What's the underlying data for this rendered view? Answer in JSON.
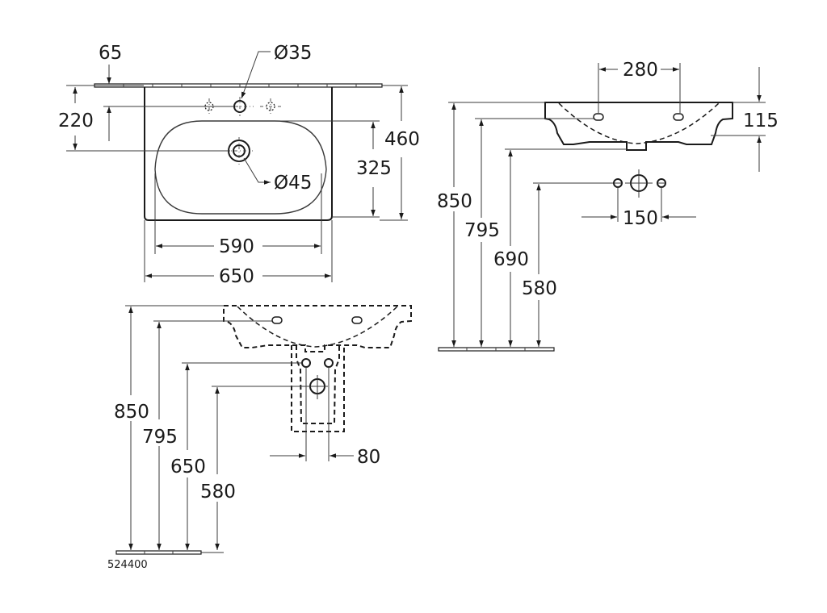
{
  "drawing": {
    "product_code": "524400",
    "unit": "mm",
    "colors": {
      "line": "#1a1a1a",
      "background": "#ffffff"
    }
  },
  "plan_view": {
    "wall_offset": "65",
    "tap_hole_diameter": "Ø35",
    "waste_diameter": "Ø45",
    "tap_to_waste": "220",
    "bowl_depth": "325",
    "overall_depth": "460",
    "bowl_width": "590",
    "overall_width": "650"
  },
  "side_view_wall_hung": {
    "fixing_spacing": "280",
    "basin_height": "115",
    "rim_height": "850",
    "fixing_height": "795",
    "trap_height": "690",
    "waste_outlet_height": "580",
    "supply_spacing": "150"
  },
  "side_view_pedestal": {
    "rim_height": "850",
    "fixing_height": "795",
    "supply_height": "650",
    "waste_outlet_height": "580",
    "supply_spacing": "80"
  }
}
